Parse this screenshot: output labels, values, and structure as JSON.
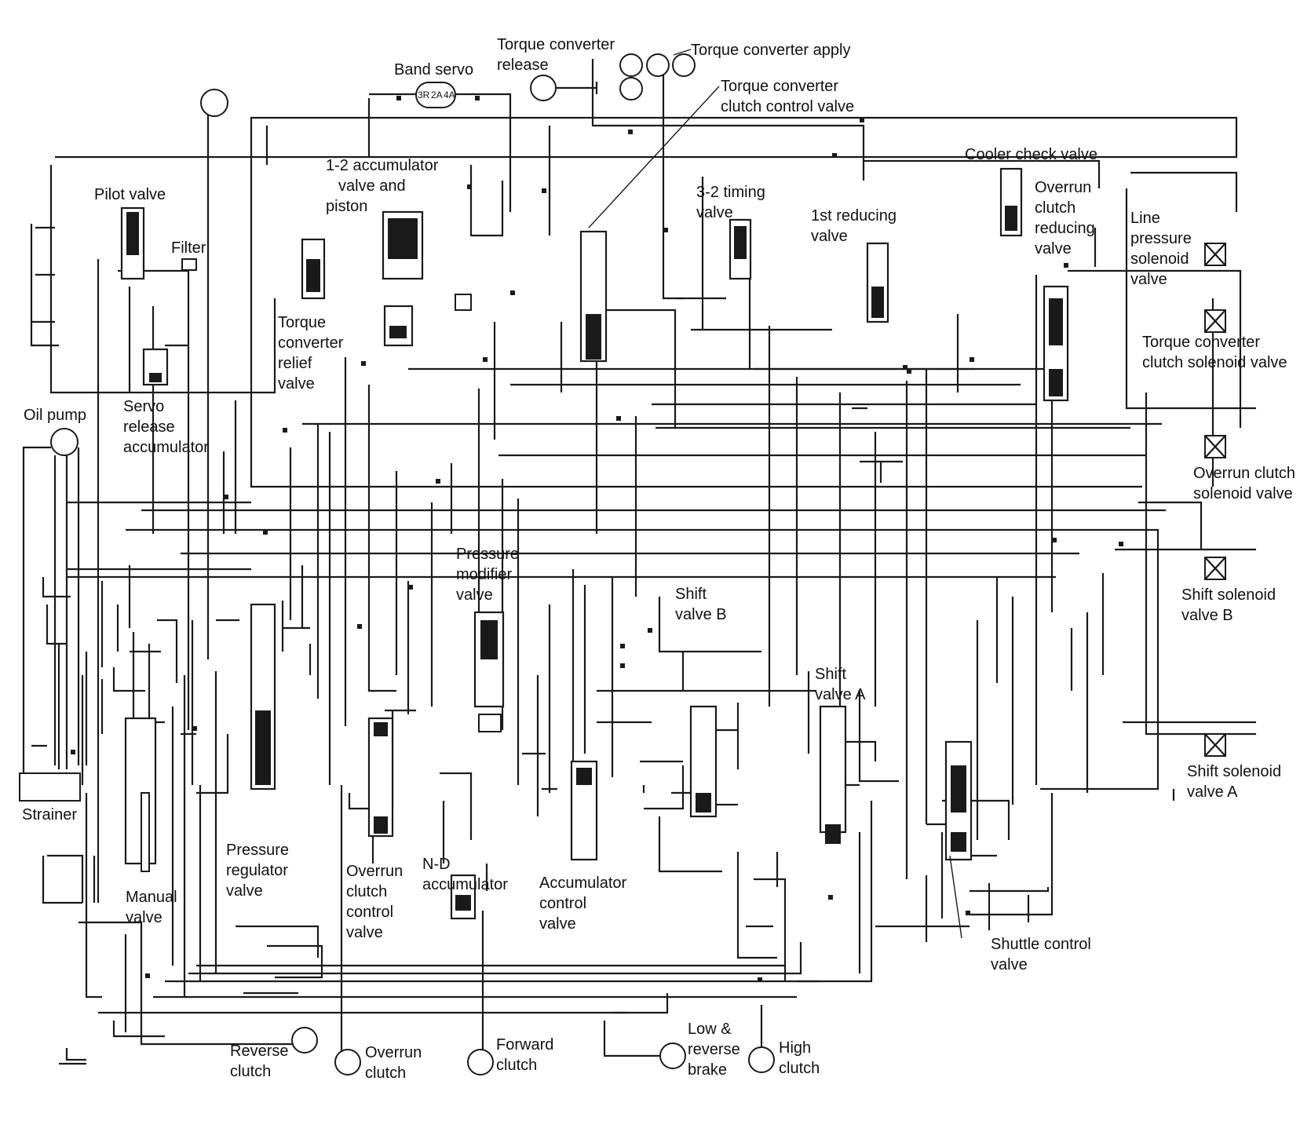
{
  "diagram": {
    "labels": {
      "torque_converter_release": [
        "Torque converter",
        "release"
      ],
      "torque_converter_apply": [
        "Torque converter apply"
      ],
      "band_servo": [
        "Band servo"
      ],
      "band_servo_ports": [
        "3R",
        "2A",
        "4A"
      ],
      "tcc_control_valve": [
        "Torque converter",
        "clutch control valve"
      ],
      "cooler_check_valve": [
        "Cooler check valve"
      ],
      "accumulator_1_2": [
        "1-2 accumulator",
        "valve and",
        "piston"
      ],
      "timing_3_2": [
        "3-2 timing",
        "valve"
      ],
      "first_reducing": [
        "1st reducing",
        "valve"
      ],
      "overrun_clutch_reducing": [
        "Overrun",
        "clutch",
        "reducing",
        "valve"
      ],
      "line_pressure_solenoid": [
        "Line",
        "pressure",
        "solenoid",
        "valve"
      ],
      "pilot_valve": [
        "Pilot valve"
      ],
      "filter": [
        "Filter"
      ],
      "tc_relief": [
        "Torque",
        "converter",
        "relief",
        "valve"
      ],
      "tcc_solenoid": [
        "Torque converter",
        "clutch solenoid valve"
      ],
      "oil_pump": [
        "Oil pump"
      ],
      "servo_release_accumulator": [
        "Servo",
        "release",
        "accumulator"
      ],
      "overrun_clutch_solenoid": [
        "Overrun clutch",
        "solenoid valve"
      ],
      "pressure_modifier": [
        "Pressure",
        "modifier",
        "valve"
      ],
      "shift_valve_b": [
        "Shift",
        "valve B"
      ],
      "shift_solenoid_b": [
        "Shift solenoid",
        "valve B"
      ],
      "shift_valve_a": [
        "Shift",
        "valve A"
      ],
      "shift_solenoid_a": [
        "Shift solenoid",
        "valve A"
      ],
      "strainer": [
        "Strainer"
      ],
      "pressure_regulator": [
        "Pressure",
        "regulator",
        "valve"
      ],
      "overrun_clutch_control": [
        "Overrun",
        "clutch",
        "control",
        "valve"
      ],
      "nd_accumulator": [
        "N-D",
        "accumulator"
      ],
      "accumulator_control": [
        "Accumulator",
        "control",
        "valve"
      ],
      "manual_valve": [
        "Manual",
        "valve"
      ],
      "shuttle_control": [
        "Shuttle control",
        "valve"
      ],
      "reverse_clutch": [
        "Reverse",
        "clutch"
      ],
      "overrun_clutch": [
        "Overrun",
        "clutch"
      ],
      "forward_clutch": [
        "Forward",
        "clutch"
      ],
      "low_reverse_brake": [
        "Low &",
        "reverse",
        "brake"
      ],
      "high_clutch": [
        "High",
        "clutch"
      ]
    }
  }
}
